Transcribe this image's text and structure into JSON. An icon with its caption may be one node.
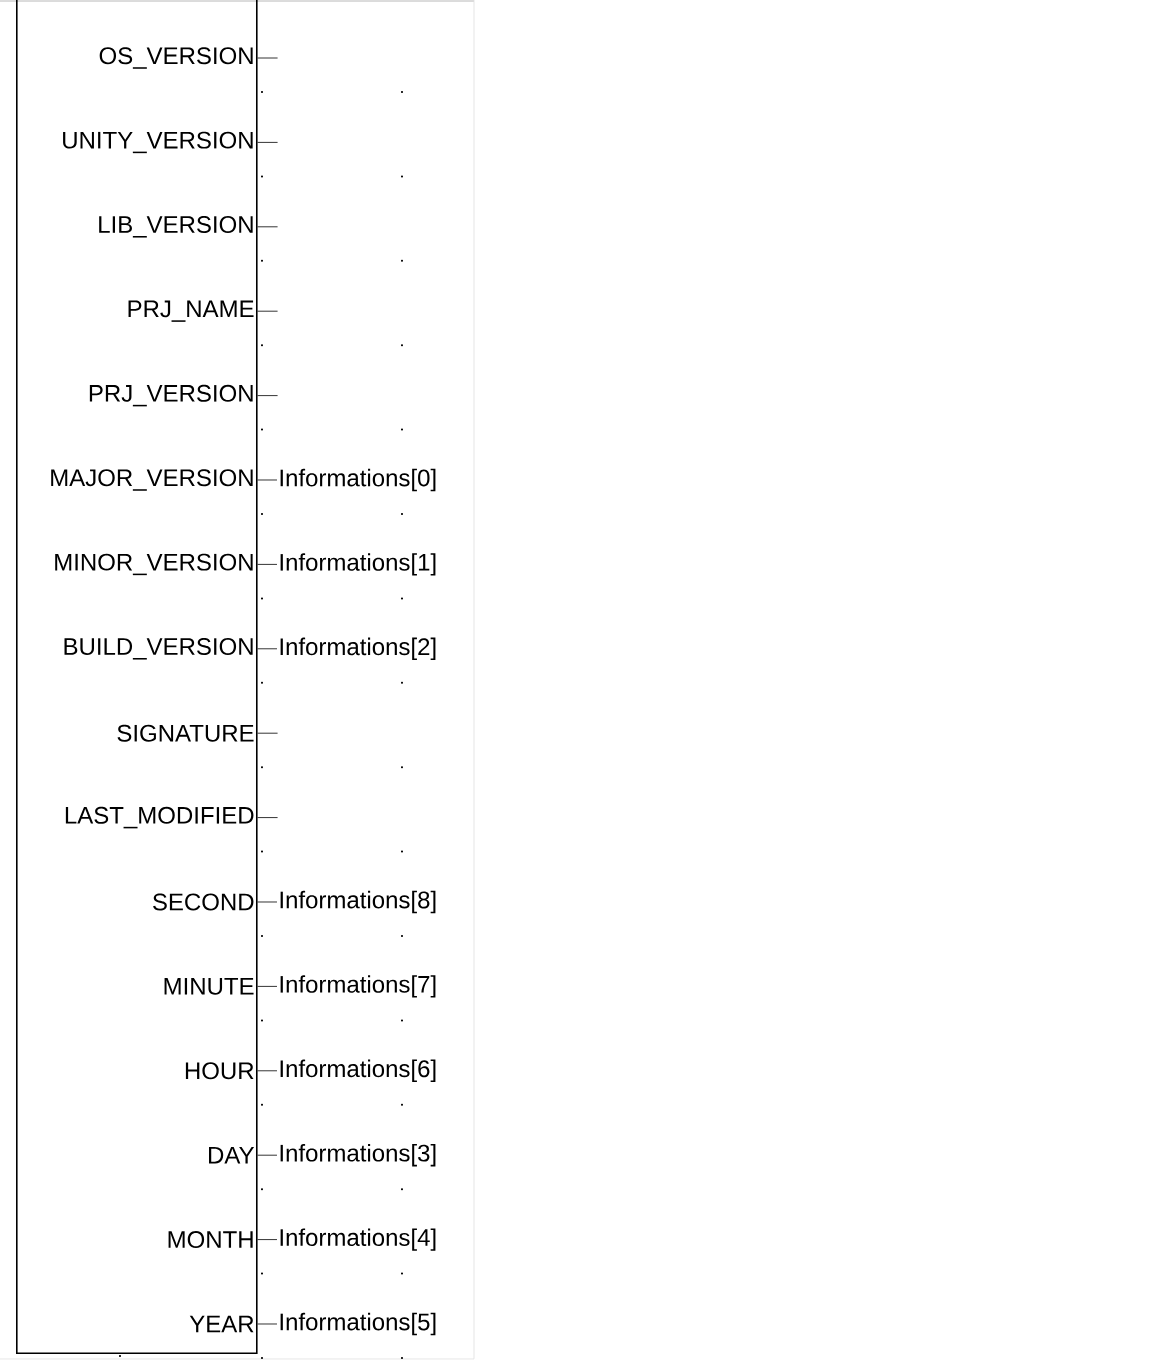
{
  "diagram": {
    "nodes": [
      {
        "text": [
          "OS_VERSION",
          "UNITY_VERSION",
          "LIB_VERSION",
          "PRJ_NAME",
          "PRJ_VERSION",
          "MAJOR_VERSION",
          "MINOR_VERSION",
          "BUILD_VERSION",
          "SIGNATURE",
          "LAST_MODIFIED",
          "SECOND",
          "MINUTE",
          "HOUR",
          "DAY",
          "MONTH",
          "YEAR"
        ]
      },
      {
        "text": [
          "Informations[0]"
        ]
      },
      {
        "text": [
          "Informations[1]"
        ]
      },
      {
        "text": [
          "Informations[2]"
        ]
      },
      {
        "text": [
          "Informations[8]"
        ]
      },
      {
        "text": [
          "Informations[7]"
        ]
      },
      {
        "text": [
          "Informations[6]"
        ]
      },
      {
        "text": [
          "Informations[3]"
        ]
      },
      {
        "text": [
          "Informations[4]"
        ]
      },
      {
        "text": [
          "Informations[5]"
        ]
      }
    ],
    "edges": [
      {
        "from": 0,
        "to": null,
        "arrow": "none"
      },
      {
        "from": 0,
        "to": null,
        "arrow": "none"
      },
      {
        "from": 0,
        "to": null,
        "arrow": "none"
      },
      {
        "from": 0,
        "to": null,
        "arrow": "none"
      },
      {
        "from": 0,
        "to": null,
        "arrow": "none"
      },
      {
        "from": 0,
        "to": 1,
        "arrow": "none"
      },
      {
        "from": 0,
        "to": 2,
        "arrow": "none"
      },
      {
        "from": 0,
        "to": 3,
        "arrow": "none"
      },
      {
        "from": 0,
        "to": null,
        "arrow": "none"
      },
      {
        "from": 0,
        "to": null,
        "arrow": "none"
      },
      {
        "from": 0,
        "to": 4,
        "arrow": "none"
      },
      {
        "from": 0,
        "to": 5,
        "arrow": "none"
      },
      {
        "from": 0,
        "to": 6,
        "arrow": "none"
      },
      {
        "from": 0,
        "to": 7,
        "arrow": "none"
      },
      {
        "from": 0,
        "to": 8,
        "arrow": "none"
      },
      {
        "from": 0,
        "to": 9,
        "arrow": "none"
      }
    ]
  }
}
